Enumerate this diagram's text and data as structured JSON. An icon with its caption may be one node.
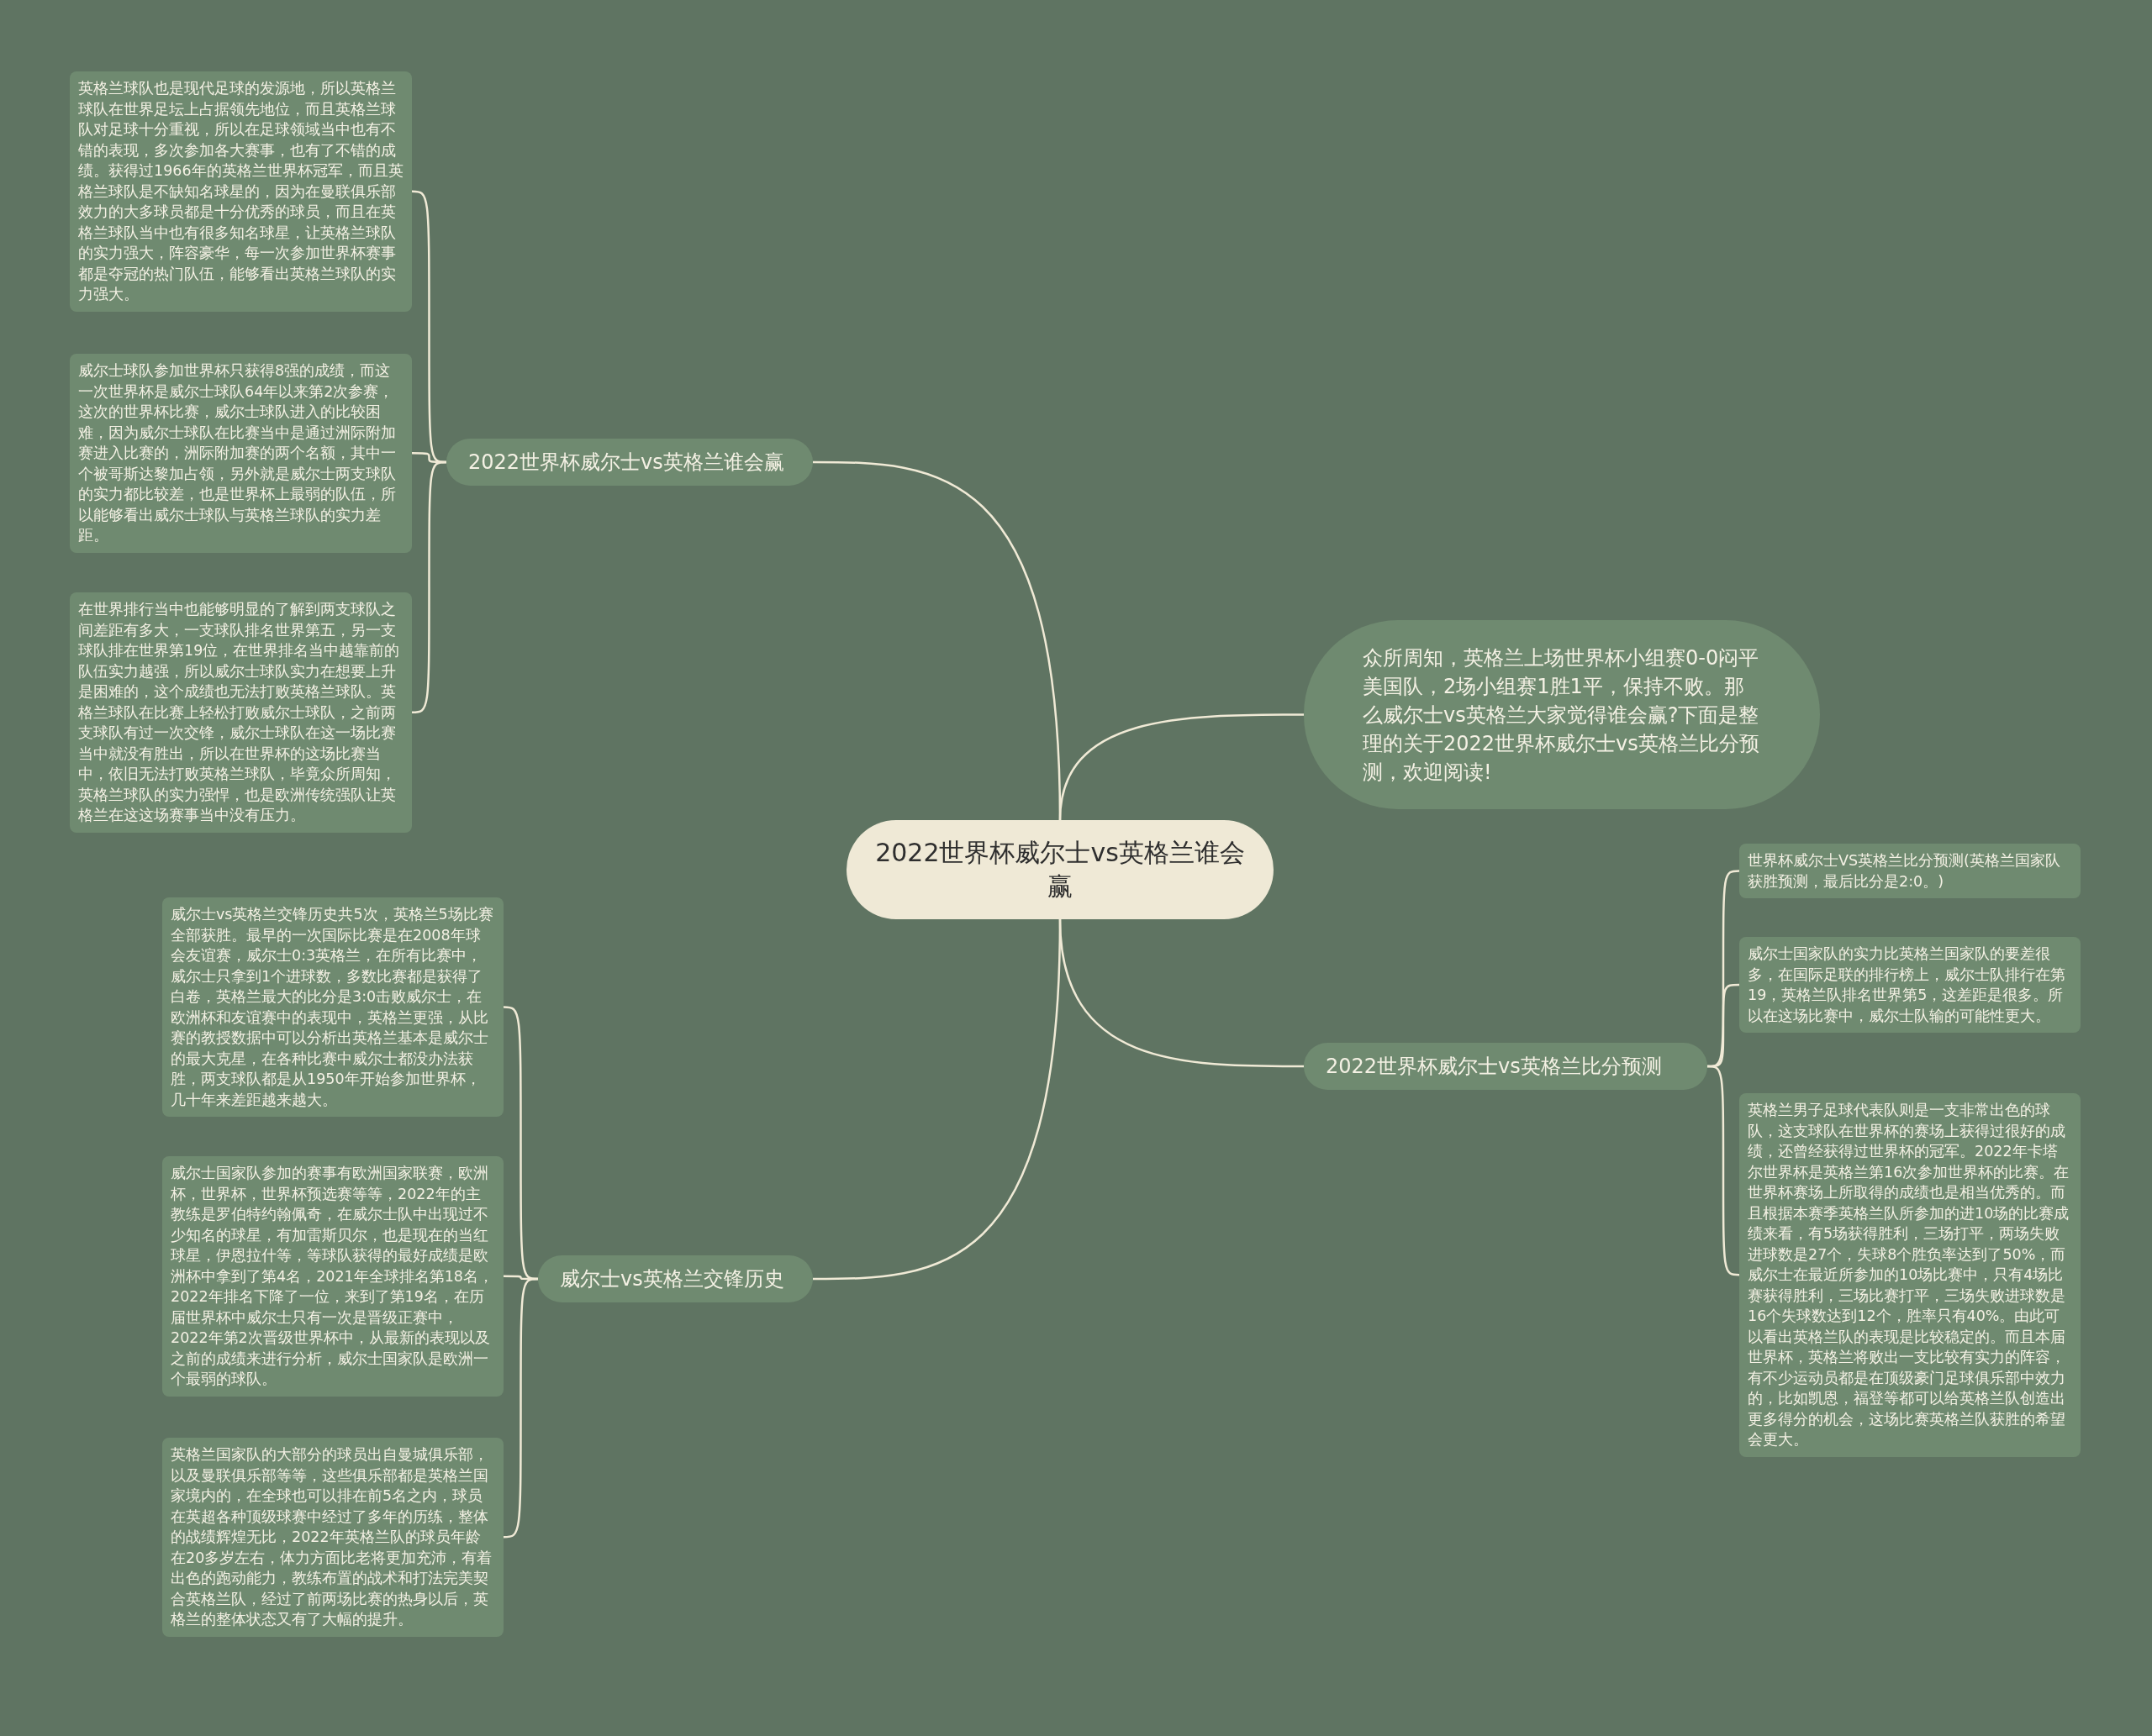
{
  "diagram": {
    "nodes": [
      {
        "text": [
          "2022世界杯威尔士vs英格兰谁会赢"
        ]
      },
      {
        "text": [
          "2022世界杯威尔士vs英格兰谁会赢"
        ]
      },
      {
        "text": [
          "英格兰球队也是现代足球的发源地，所以英格兰球队在世界足坛上占据领先地位，而且英格兰球队对足球十分重视，所以在足球领域当中也有不错的表现，多次参加各大赛事，也有了不错的成绩。获得过1966年的英格兰世界杯冠军，而且英格兰球队是不缺知名球星的，因为在曼联俱乐部效力的大多球员都是十分优秀的球员，而且在英格兰球队当中也有很多知名球星，让英格兰球队的实力强大，阵容豪华，每一次参加世界杯赛事都是夺冠的热门队伍，能够看出英格兰球队的实力强大。"
        ]
      },
      {
        "text": [
          "威尔士球队参加世界杯只获得8强的成绩，而这一次世界杯是威尔士球队64年以来第2次参赛，这次的世界杯比赛，威尔士球队进入的比较困难，因为威尔士球队在比赛当中是通过洲际附加赛进入比赛的，洲际附加赛的两个名额，其中一个被哥斯达黎加占领，另外就是威尔士两支球队的实力都比较差，也是世界杯上最弱的队伍，所以能够看出威尔士球队与英格兰球队的实力差距。"
        ]
      },
      {
        "text": [
          "在世界排行当中也能够明显的了解到两支球队之间差距有多大，一支球队排名世界第五，另一支球队排在世界第19位，在世界排名当中越靠前的队伍实力越强，所以威尔士球队实力在想要上升是困难的，这个成绩也无法打败英格兰球队。英格兰球队在比赛上轻松打败威尔士球队，之前两支球队有过一次交锋，威尔士球队在这一场比赛当中就没有胜出，所以在世界杯的这场比赛当中，依旧无法打败英格兰球队，毕竟众所周知，英格兰球队的实力强悍，也是欧洲传统强队让英格兰在这这场赛事当中没有压力。"
        ]
      },
      {
        "text": [
          "众所周知，英格兰上场世界杯小组赛0-0闷平美国队，2场小组赛1胜1平，保持不败。那么威尔士vs英格兰大家觉得谁会赢?下面是整理的关于2022世界杯威尔士vs英格兰比分预测，欢迎阅读!"
        ]
      },
      {
        "text": [
          "2022世界杯威尔士vs英格兰比分预测"
        ]
      },
      {
        "text": [
          "世界杯威尔士VS英格兰比分预测(英格兰国家队获胜预测，最后比分是2:0。)"
        ]
      },
      {
        "text": [
          "威尔士国家队的实力比英格兰国家队的要差很多，在国际足联的排行榜上，威尔士队排行在第19，英格兰队排名世界第5，这差距是很多。所以在这场比赛中，威尔士队输的可能性更大。"
        ]
      },
      {
        "text": [
          "英格兰男子足球代表队则是一支非常出色的球队，这支球队在世界杯的赛场上获得过很好的成绩，还曾经获得过世界杯的冠军。2022年卡塔尔世界杯是英格兰第16次参加世界杯的比赛。在世界杯赛场上所取得的成绩也是相当优秀的。而且根据本赛季英格兰队所参加的进10场的比赛成绩来看，有5场获得胜利，三场打平，两场失败进球数是27个，失球8个胜负率达到了50%，而威尔士在最近所参加的10场比赛中，只有4场比赛获得胜利，三场比赛打平，三场失败进球数是16个失球数达到12个，胜率只有40%。由此可以看出英格兰队的表现是比较稳定的。而且本届世界杯，英格兰将败出一支比较有实力的阵容，有不少运动员都是在顶级豪门足球俱乐部中效力的，比如凯恩，福登等都可以给英格兰队创造出更多得分的机会，这场比赛英格兰队获胜的希望会更大。"
        ]
      },
      {
        "text": [
          "威尔士vs英格兰交锋历史"
        ]
      },
      {
        "text": [
          "威尔士vs英格兰交锋历史共5次，英格兰5场比赛全部获胜。最早的一次国际比赛是在2008年球会友谊赛，威尔士0:3英格兰，在所有比赛中，威尔士只拿到1个进球数，多数比赛都是获得了白卷，英格兰最大的比分是3:0击败威尔士，在欧洲杯和友谊赛中的表现中，英格兰更强，从比赛的教授数据中可以分析出英格兰基本是威尔士的最大克星，在各种比赛中威尔士都没办法获胜，两支球队都是从1950年开始参加世界杯，几十年来差距越来越大。"
        ]
      },
      {
        "text": [
          "威尔士国家队参加的赛事有欧洲国家联赛，欧洲杯，世界杯，世界杯预选赛等等，2022年的主教练是罗伯特约翰佩奇，在威尔士队中出现过不少知名的球星，有加雷斯贝尔，也是现在的当红球星，伊恩拉什等，等球队获得的最好成绩是欧洲杯中拿到了第4名，2021年全球排名第18名，2022年排名下降了一位，来到了第19名，在历届世界杯中威尔士只有一次是晋级正赛中，2022年第2次晋级世界杯中，从最新的表现以及之前的成绩来进行分析，威尔士国家队是欧洲一个最弱的球队。"
        ]
      },
      {
        "text": [
          "英格兰国家队的大部分的球员出自曼城俱乐部，以及曼联俱乐部等等，这些俱乐部都是英格兰国家境内的，在全球也可以排在前5名之内，球员在英超各种顶级球赛中经过了多年的历练，整体的战绩辉煌无比，2022年英格兰队的球员年龄在20多岁左右，体力方面比老将更加充沛，有着出色的跑动能力，教练布置的战术和打法完美契合英格兰队，经过了前两场比赛的热身以后，英格兰的整体状态又有了大幅的提升。"
        ]
      }
    ],
    "edges": [
      {
        "from": 0,
        "to": 1,
        "arrow": "none"
      },
      {
        "from": 0,
        "to": 5,
        "arrow": "none"
      },
      {
        "from": 0,
        "to": 6,
        "arrow": "none"
      },
      {
        "from": 0,
        "to": 10,
        "arrow": "none"
      },
      {
        "from": 1,
        "to": 2,
        "arrow": "none"
      },
      {
        "from": 1,
        "to": 3,
        "arrow": "none"
      },
      {
        "from": 1,
        "to": 4,
        "arrow": "none"
      },
      {
        "from": 6,
        "to": 7,
        "arrow": "none"
      },
      {
        "from": 6,
        "to": 8,
        "arrow": "none"
      },
      {
        "from": 6,
        "to": 9,
        "arrow": "none"
      },
      {
        "from": 10,
        "to": 11,
        "arrow": "none"
      },
      {
        "from": 10,
        "to": 12,
        "arrow": "none"
      },
      {
        "from": 10,
        "to": 13,
        "arrow": "none"
      }
    ]
  }
}
